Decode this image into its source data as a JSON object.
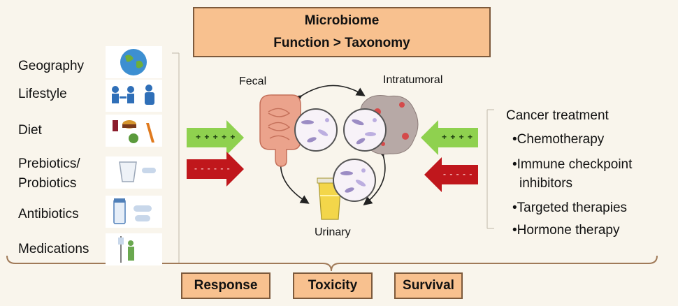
{
  "title": {
    "line1": "Microbiome",
    "line2": "Function > Taxonomy"
  },
  "factors": [
    {
      "label": "Geography",
      "icon": "globe-icon"
    },
    {
      "label": "Lifestyle",
      "icon": "people-dining-icon"
    },
    {
      "label": "Diet",
      "icon": "food-icon"
    },
    {
      "label": "Prebiotics/",
      "label2": "Probiotics",
      "icon": "yogurt-pill-icon"
    },
    {
      "label": "Antibiotics",
      "icon": "antibiotic-bottle-icon"
    },
    {
      "label": "Medications",
      "icon": "iv-drip-patient-icon"
    }
  ],
  "microbiome_sites": {
    "fecal": "Fecal",
    "intratumoral": "Intratumoral",
    "urinary": "Urinary"
  },
  "arrows": {
    "left_positive": "+ + + + +",
    "left_negative": "- - - - - -",
    "right_positive": "+ + + +",
    "right_negative": "- - - - -",
    "positive_color": "#8fd14f",
    "negative_color": "#c0171c"
  },
  "treatment": {
    "heading": "Cancer treatment",
    "items": [
      {
        "line1": "Chemotherapy"
      },
      {
        "line1": "Immune checkpoint",
        "line2": "inhibitors"
      },
      {
        "line1": "Targeted therapies"
      },
      {
        "line1": "Hormone therapy"
      }
    ]
  },
  "outcomes": [
    "Response",
    "Toxicity",
    "Survival"
  ],
  "colors": {
    "box_fill": "#f8c18f",
    "box_border": "#7d5a3c",
    "background": "#f9f5ec"
  }
}
